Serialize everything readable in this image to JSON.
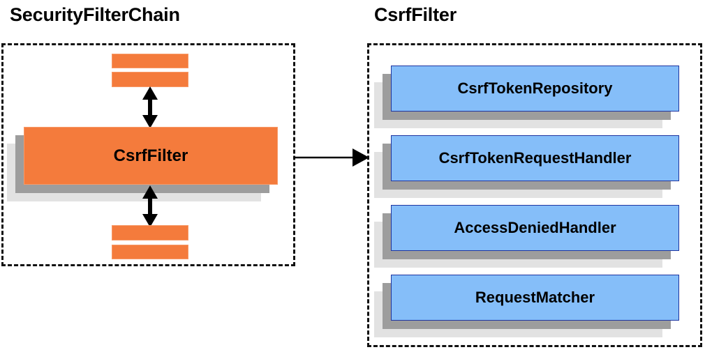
{
  "diagram": {
    "title_left": "SecurityFilterChain",
    "title_right": "CsrfFilter",
    "accent_orange": "#f47b3c",
    "accent_blue": "#85bef9",
    "shadow_mid": "#9d9d9d",
    "shadow_back": "#e2e2e2",
    "border_blue": "#1f35a0",
    "border_orange": "#f79a68",
    "outline": "#111111"
  },
  "left_panel": {
    "filter_label": "CsrfFilter",
    "bars_above": [
      "",
      ""
    ],
    "bars_below": [
      "",
      ""
    ],
    "arrow_up_name": "double-arrow-up",
    "arrow_down_name": "double-arrow-down"
  },
  "connector": {
    "label": "",
    "direction": "right"
  },
  "right_panel": {
    "collaborators": [
      {
        "label": "CsrfTokenRepository"
      },
      {
        "label": "CsrfTokenRequestHandler"
      },
      {
        "label": "AccessDeniedHandler"
      },
      {
        "label": "RequestMatcher"
      }
    ]
  }
}
